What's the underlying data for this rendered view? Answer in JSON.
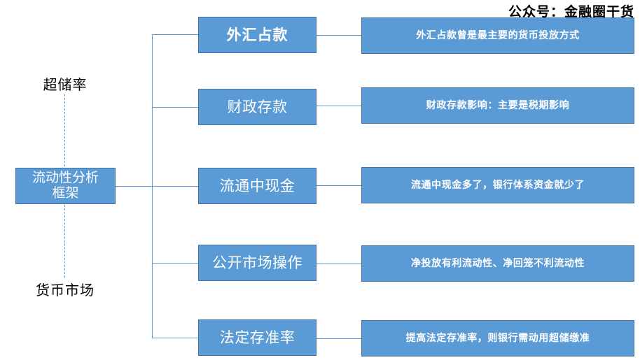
{
  "header": {
    "watermark": "公众号：金融圈干货"
  },
  "diagram": {
    "root": {
      "label": "流动性分析\n框架"
    },
    "axis_labels": {
      "top": "超储率",
      "bottom": "货币市场"
    },
    "branches": [
      {
        "name": "外汇占款",
        "description": "外汇占款曾是最主要的货币投放方式",
        "emphasis": true
      },
      {
        "name": "财政存款",
        "description": "财政存款影响：主要是税期影响",
        "emphasis": false
      },
      {
        "name": "流通中现金",
        "description": "流通中现金多了，银行体系资金就少了",
        "emphasis": false
      },
      {
        "name": "公开市场操作",
        "description": "净投放有利流动性、净回笼不利流动性",
        "emphasis": false
      },
      {
        "name": "法定存准率",
        "description": "提高法定存准率，则银行需动用超储缴准",
        "emphasis": false
      }
    ]
  },
  "colors": {
    "node_fill": "#5B9BD5",
    "node_border": "#41719C",
    "node_text": "#FFFFFF",
    "connector": "#5B9BD5",
    "label_text": "#000000",
    "background": "#FFFFFF"
  }
}
